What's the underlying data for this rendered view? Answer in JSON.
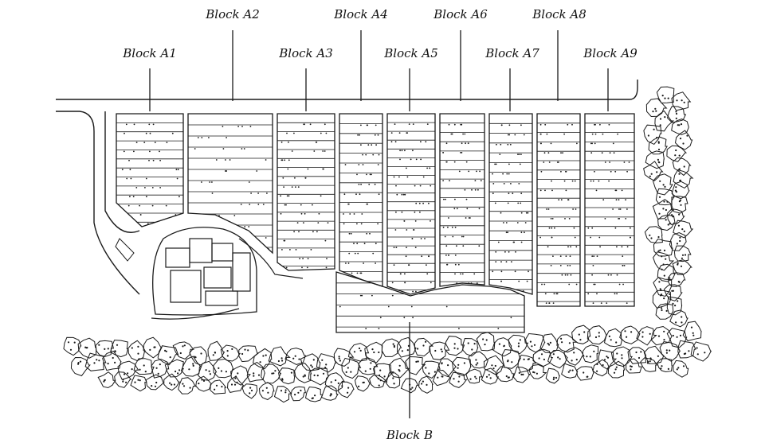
{
  "diagram": {
    "colors": {
      "ink": "#1a1a1a",
      "paper": "#ffffff"
    },
    "blocks": [
      {
        "id": "A1",
        "label": "Block A1",
        "rows": 12
      },
      {
        "id": "A2",
        "label": "Block A2",
        "rows": 12
      },
      {
        "id": "A3",
        "label": "Block A3",
        "rows": 17
      },
      {
        "id": "A4",
        "label": "Block A4",
        "rows": 17
      },
      {
        "id": "A5",
        "label": "Block A5",
        "rows": 20
      },
      {
        "id": "A6",
        "label": "Block A6",
        "rows": 18
      },
      {
        "id": "A7",
        "label": "Block A7",
        "rows": 18
      },
      {
        "id": "A8",
        "label": "Block A8",
        "rows": 20
      },
      {
        "id": "A9",
        "label": "Block A9",
        "rows": 20
      },
      {
        "id": "B",
        "label": "Block B",
        "rows": 5
      }
    ]
  }
}
